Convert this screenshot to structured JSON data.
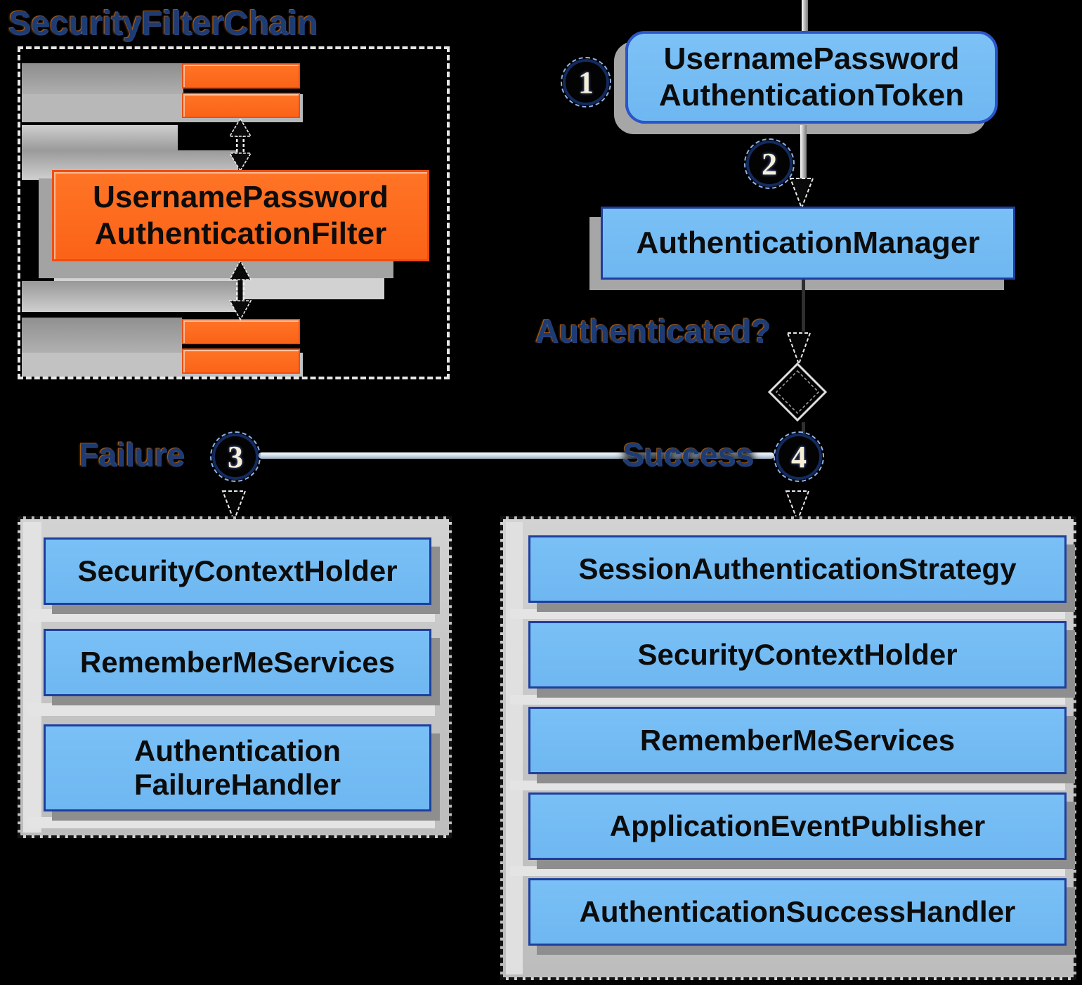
{
  "title": "SecurityFilterChain",
  "colors": {
    "background": "#000000",
    "box_blue_fill": "#74bbf3",
    "box_blue_border": "#1d3f9e",
    "token_border": "#2b55c8",
    "box_orange_fill": "#fd6a1e",
    "box_orange_border": "#ef4d12",
    "shadow_gray": "#a6a6a6",
    "label_navy": "#1e3c72",
    "frame_gray_fill": "#c6c6c6"
  },
  "filter_chain": {
    "label_lines": [
      "UsernamePassword",
      "AuthenticationFilter"
    ]
  },
  "flow": {
    "token_lines": [
      "UsernamePassword",
      "AuthenticationToken"
    ],
    "manager": "AuthenticationManager",
    "question": "Authenticated?",
    "failure": "Failure",
    "success": "Success",
    "steps": {
      "one": "1",
      "two": "2",
      "three": "3",
      "four": "4"
    }
  },
  "failure_branch": {
    "items": [
      [
        "SecurityContextHolder"
      ],
      [
        "RememberMeServices"
      ],
      [
        "Authentication",
        "FailureHandler"
      ]
    ]
  },
  "success_branch": {
    "items": [
      "SessionAuthenticationStrategy",
      "SecurityContextHolder",
      "RememberMeServices",
      "ApplicationEventPublisher",
      "AuthenticationSuccessHandler"
    ]
  }
}
